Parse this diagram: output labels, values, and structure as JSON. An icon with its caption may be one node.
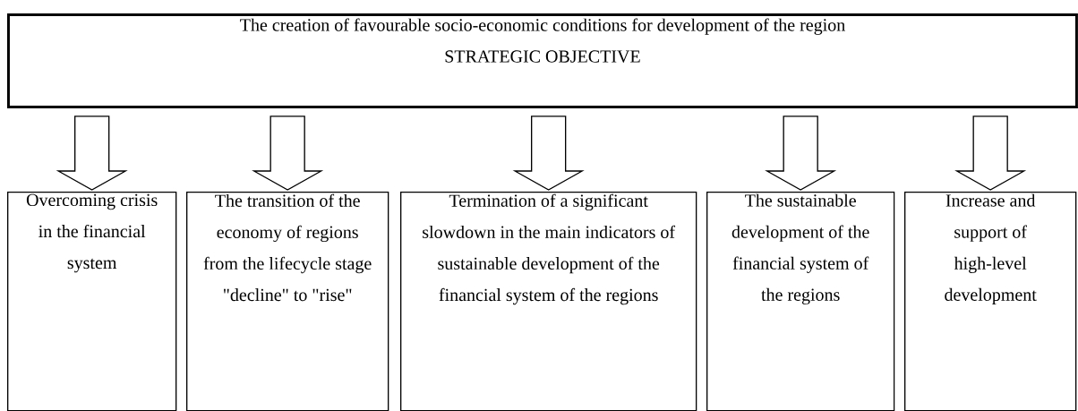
{
  "diagram": {
    "nodes": [
      {
        "text": [
          "The creation of favourable socio-economic conditions for development of the region",
          "STRATEGIC OBJECTIVE"
        ]
      },
      {
        "text": [
          "Overcoming crisis in the financial system"
        ]
      },
      {
        "text": [
          "The transition of the economy of regions from the lifecycle stage \"decline\" to \"rise\""
        ]
      },
      {
        "text": [
          "Termination of a significant slowdown in the main indicators of sustainable development of the financial system of the regions"
        ]
      },
      {
        "text": [
          "The sustainable development of the financial system of the regions"
        ]
      },
      {
        "text": [
          "Increase and support of high-level development"
        ]
      }
    ],
    "edges": [
      {
        "from": 0,
        "to": 1,
        "arrow": "to"
      },
      {
        "from": 0,
        "to": 2,
        "arrow": "to"
      },
      {
        "from": 0,
        "to": 3,
        "arrow": "to"
      },
      {
        "from": 0,
        "to": 4,
        "arrow": "to"
      },
      {
        "from": 0,
        "to": 5,
        "arrow": "to"
      }
    ]
  }
}
